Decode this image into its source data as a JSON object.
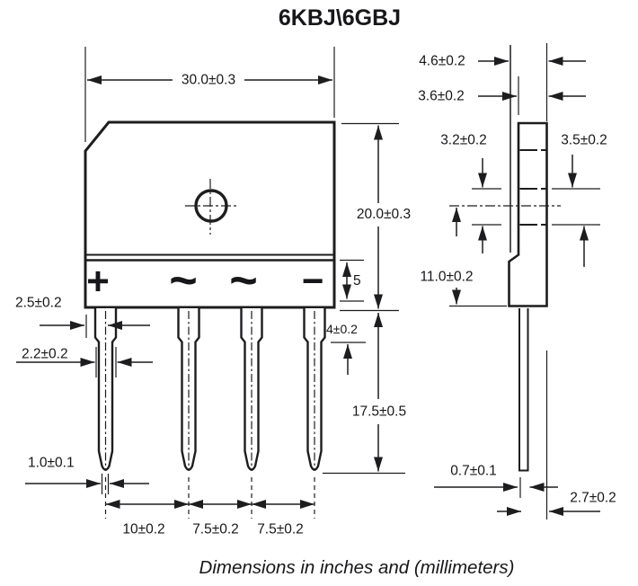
{
  "title": "6KBJ\\6GBJ",
  "caption": "Dimensions in inches and (millimeters)",
  "colors": {
    "line": "#1d1d1f",
    "text": "#17171a",
    "background": "#ffffff"
  },
  "front_view": {
    "body_width": "30.0±0.3",
    "body_height": "20.0±0.3",
    "base_height": "5",
    "lead_shoulder": "4±0.2",
    "lead_length": "17.5±0.5",
    "edge_to_lead": "2.5±0.2",
    "lead_width_upper": "2.2±0.2",
    "lead_width_tip": "1.0±0.1",
    "lead_pitch_1": "10±0.2",
    "lead_pitch_2": "7.5±0.2",
    "lead_pitch_3": "7.5±0.2",
    "terminal_plus": "+",
    "terminal_ac1": "~",
    "terminal_ac2": "~",
    "terminal_minus": "−"
  },
  "side_view": {
    "overall_depth": "4.6±0.2",
    "body_depth": "3.6±0.2",
    "hole_front": "3.2±0.2",
    "hole_back": "3.5±0.2",
    "hole_center_to_base": "11.0±0.2",
    "lead_thickness": "0.7±0.1",
    "lead_offset": "2.7±0.2"
  }
}
